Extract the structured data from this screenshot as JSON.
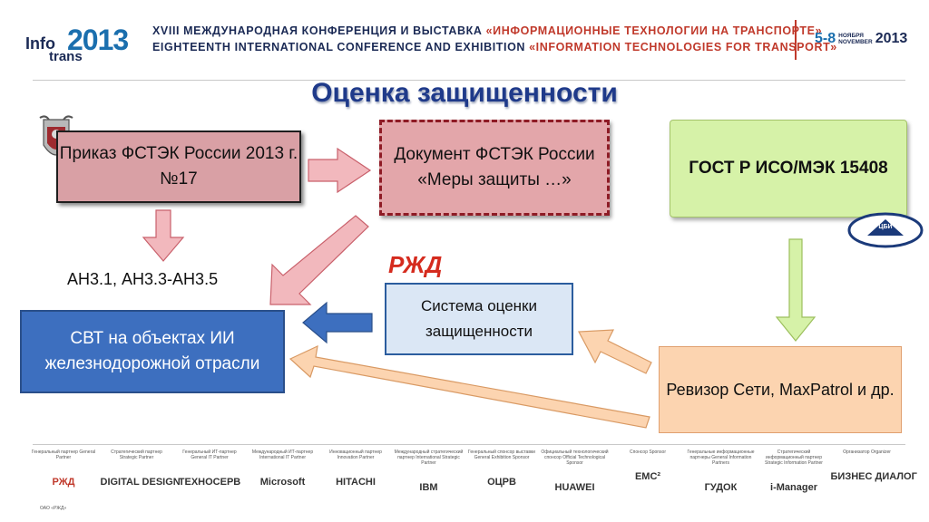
{
  "header": {
    "logo": {
      "info": "Info",
      "year": "2013",
      "trans": "trans"
    },
    "line_ru_prefix": "XVIII МЕЖДУНАРОДНАЯ КОНФЕРЕНЦИЯ И ВЫСТАВКА ",
    "line_ru_highlight": "«ИНФОРМАЦИОННЫЕ ТЕХНОЛОГИИ НА ТРАНСПОРТЕ»",
    "line_en_prefix": "EIGHTEENTH INTERNATIONAL CONFERENCE AND EXHIBITION ",
    "line_en_highlight": "«INFORMATION TECHNOLOGIES FOR TRANSPORT»",
    "date_days": "5-8",
    "date_month_ru": "НОЯБРЯ",
    "date_month_en": "NOVEMBER",
    "date_year": "2013"
  },
  "title": "Оценка защищенности",
  "boxes": {
    "prikaz": "Приказ ФСТЭК России 2013 г. №17",
    "dokument": "Документ ФСТЭК России «Меры защиты …»",
    "gost": "ГОСТ Р ИСО/МЭК 15408",
    "sistema": "Система оценки защищенности",
    "svt": "СВТ на объектах ИИ железнодорожной отрасли",
    "revizor": "Ревизор Сети, MaxPatrol и др."
  },
  "labels": {
    "ah": "АН3.1, АН3.3-АН3.5",
    "rzd": "РЖД",
    "cbn": "ЦБИ"
  },
  "colors": {
    "title": "#1f3a8a",
    "accent_red": "#c0392b",
    "arrow_pink": "#f2b8bd",
    "arrow_green": "#d6f2a8",
    "arrow_peach": "#fcd4b0",
    "arrow_blue": "#3d6fbf"
  },
  "sponsors": [
    {
      "caption": "Генеральный партнер General Partner",
      "name": "РЖД"
    },
    {
      "caption": "Стратегический партнер Strategic Partner",
      "name": "DIGITAL DESIGN"
    },
    {
      "caption": "Генеральный ИТ-партнер General IT Partner",
      "name": "ТЕХНОСЕРВ"
    },
    {
      "caption": "Международный ИТ-партнер International IT Partner",
      "name": "Microsoft"
    },
    {
      "caption": "Инновационный партнер Innovation Partner",
      "name": "HITACHI"
    },
    {
      "caption": "Международный стратегический партнер International Strategic Partner",
      "name": "IBM"
    },
    {
      "caption": "Генеральный спонсор выставки General Exhibition Sponsor",
      "name": "ОЦРВ"
    },
    {
      "caption": "Официальный технологический спонсор Official Technological Sponsor",
      "name": "HUAWEI"
    },
    {
      "caption": "Спонсор Sponsor",
      "name": "EMC²"
    },
    {
      "caption": "Генеральные информационные партнеры General Information Partners",
      "name": "ГУДОК"
    },
    {
      "caption": "Стратегический информационный партнер Strategic Information Partner",
      "name": "i-Manager"
    },
    {
      "caption": "Организатор Organizer",
      "name": "БИЗНЕС ДИАЛОГ"
    }
  ],
  "footer_text": "ОАО «РЖД»"
}
